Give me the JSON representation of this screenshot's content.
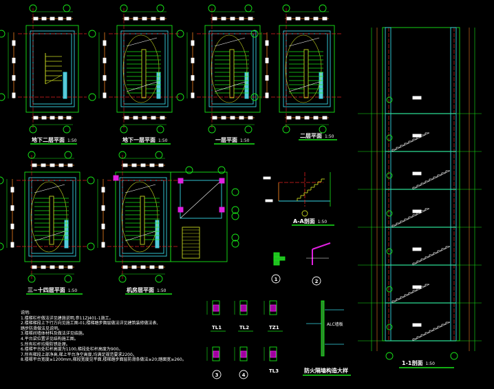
{
  "drawing": {
    "plans": [
      {
        "title": "地下二层平面",
        "scale": "1:50"
      },
      {
        "title": "地下一层平面",
        "scale": "1:50"
      },
      {
        "title": "一层平面",
        "scale": "1:50"
      },
      {
        "title": "二层平面",
        "scale": "1:50"
      },
      {
        "title": "三~十四层平面",
        "scale": "1:50"
      },
      {
        "title": "机房层平面",
        "scale": "1:50"
      }
    ],
    "section_a": {
      "title": "A-A剖面",
      "scale": "1:50"
    },
    "section_1": {
      "title": "1-1剖面",
      "scale": "1:50"
    },
    "details": {
      "d1": "1",
      "d2": "2",
      "d3": "3",
      "d4": "4",
      "tl1": "TL1",
      "tl2": "TL2",
      "tz1": "TZ1",
      "tl3": "TL3"
    },
    "firewall": {
      "title": "防火隔墙构造大样",
      "label": "ALC墙板"
    },
    "notes": {
      "heading": "说明:",
      "items": [
        "1.楼梯栏杆做法详见建施说明,参11ZJ401-1施工。",
        "2.楼梯梯段上下行方向见施工图-01;楼梯踏步面层做法详见建筑装修做法表,",
        "  踏步防滑做法见说明。",
        "3.楼梯间墙体材料及做法详见结施。",
        "4.平台梁位置详见结构施工图。",
        "5.所有栏杆均需防锈处理。",
        "6.楼梯平台处栏杆高度为1100,梯段处栏杆高度为900。",
        "7.所有梯段上部净高,梯上平台净空高度,均满足规范要求2200。",
        "8.楼梯平台宽度≥1200mm,梯段宽度见平面,楼梯踏步面层防滑条做法≥20;踏面宽≥260。"
      ]
    }
  }
}
